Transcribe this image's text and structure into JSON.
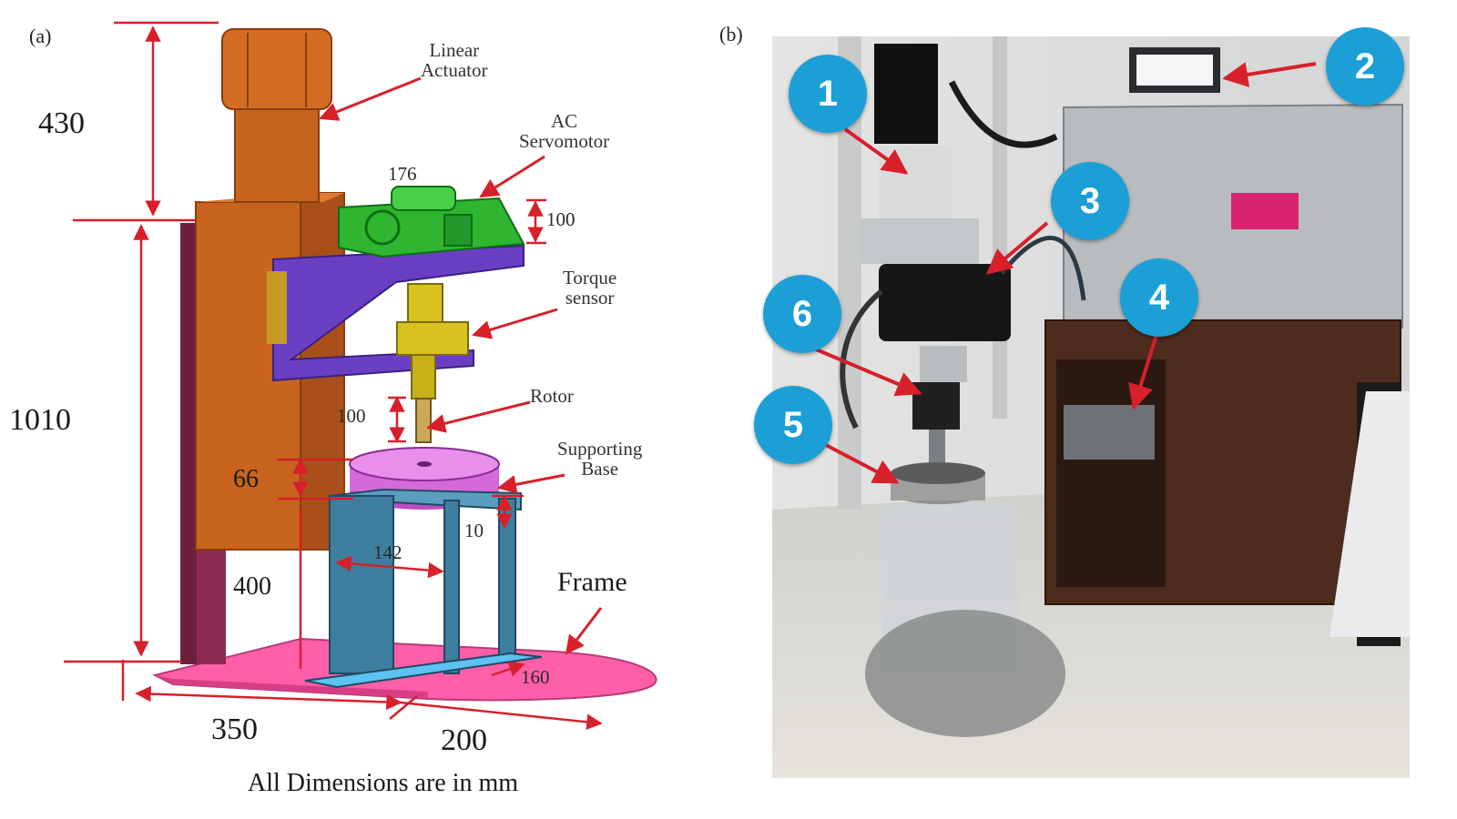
{
  "panel_a": {
    "tag": "(a)",
    "labels": {
      "linear_actuator": [
        "Linear",
        "Actuator"
      ],
      "ac_servomotor": [
        "AC",
        "Servomotor"
      ],
      "torque_sensor": [
        "Torque",
        "sensor"
      ],
      "rotor": "Rotor",
      "supporting_base": [
        "Supporting",
        "Base"
      ],
      "frame": "Frame"
    },
    "dimensions": {
      "d430": "430",
      "d1010": "1010",
      "d176": "176",
      "d100_motor": "100",
      "d100_rotor": "100",
      "d66": "66",
      "d10": "10",
      "d142": "142",
      "d400": "400",
      "d160": "160",
      "d350": "350",
      "d200": "200"
    },
    "units_note": "All Dimensions are in mm"
  },
  "panel_b": {
    "tag": "(b)",
    "callouts": [
      "1",
      "2",
      "3",
      "4",
      "5",
      "6"
    ]
  },
  "colors": {
    "actuator": "#c8641e",
    "motor": "#2fb52f",
    "bracket": "#6b3fc4",
    "sensor": "#d9c21f",
    "base": "#d46ad9",
    "frame": "#ff5fa8",
    "column": "#8c2b4f",
    "stand": "#3e7fa0",
    "dimension": "#d7202a",
    "callout": "#1b9fd6"
  }
}
